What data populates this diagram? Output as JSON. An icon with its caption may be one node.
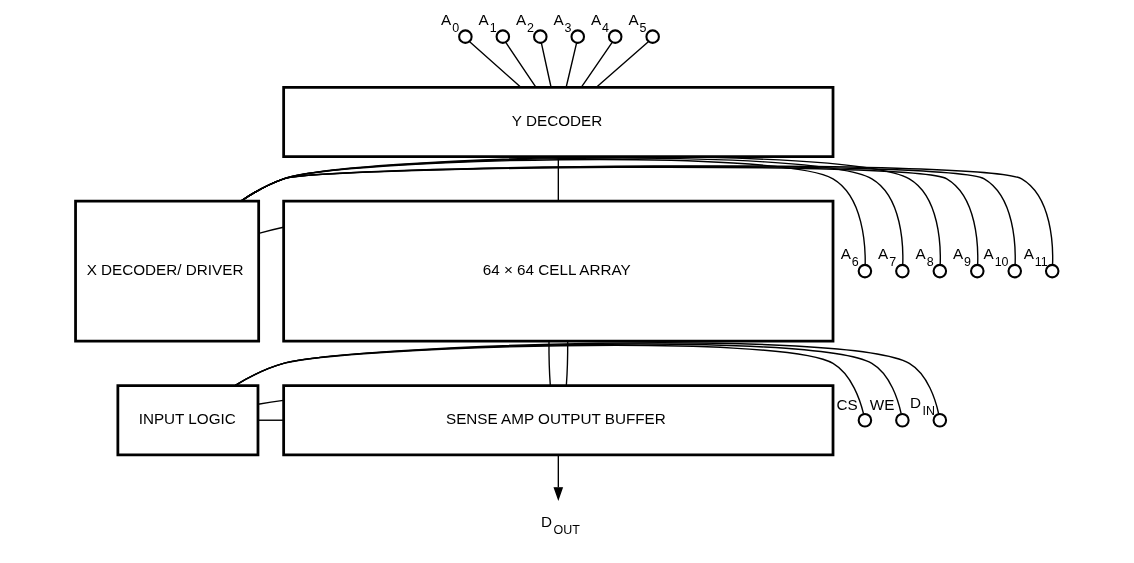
{
  "diagram": {
    "nodes": [
      {
        "text": [
          "Y DECODER"
        ]
      },
      {
        "text": [
          "X DECODER/ DRIVER"
        ]
      },
      {
        "text": [
          "64 × 64 CELL ARRAY"
        ]
      },
      {
        "text": [
          "INPUT LOGIC"
        ]
      },
      {
        "text": [
          "SENSE AMP OUTPUT BUFFER"
        ]
      },
      {
        "text": [],
        "shape": "circle",
        "beside": [
          "A$_{0}$"
        ]
      },
      {
        "text": [],
        "shape": "circle",
        "beside": [
          "A$_{1}$"
        ]
      },
      {
        "text": [],
        "shape": "circle",
        "beside": [
          "A$_{2}$"
        ]
      },
      {
        "text": [],
        "shape": "circle",
        "beside": [
          "A$_{3}$"
        ]
      },
      {
        "text": [],
        "shape": "circle",
        "beside": [
          "A$_{4}$"
        ]
      },
      {
        "text": [],
        "shape": "circle",
        "beside": [
          "A$_{5}$"
        ]
      },
      {
        "text": [],
        "shape": "circle",
        "beside": [
          "A$_{6}$"
        ]
      },
      {
        "text": [],
        "shape": "circle",
        "beside": [
          "A$_{7}$"
        ]
      },
      {
        "text": [],
        "shape": "circle",
        "beside": [
          "A$_{8}$"
        ]
      },
      {
        "text": [],
        "shape": "circle",
        "beside": [
          "A$_{9}$"
        ]
      },
      {
        "text": [],
        "shape": "circle",
        "beside": [
          "A$_{10}$"
        ]
      },
      {
        "text": [],
        "shape": "circle",
        "beside": [
          "A$_{11}$"
        ]
      },
      {
        "text": [],
        "shape": "circle",
        "beside": [
          "CS"
        ]
      },
      {
        "text": [],
        "shape": "circle",
        "beside": [
          "WE"
        ]
      },
      {
        "text": [],
        "shape": "circle",
        "beside": [
          "D$_{IN}$"
        ]
      },
      {
        "text": [
          "D$_{OUT}$"
        ]
      }
    ],
    "edges": [
      {
        "from": 5,
        "to": 0,
        "arrow": "none"
      },
      {
        "from": 6,
        "to": 0,
        "arrow": "none"
      },
      {
        "from": 7,
        "to": 0,
        "arrow": "none"
      },
      {
        "from": 8,
        "to": 0,
        "arrow": "none"
      },
      {
        "from": 9,
        "to": 0,
        "arrow": "none"
      },
      {
        "from": 10,
        "to": 0,
        "arrow": "none"
      },
      {
        "from": 0,
        "to": 2,
        "arrow": "none"
      },
      {
        "from": 11,
        "to": 1,
        "arrow": "none"
      },
      {
        "from": 12,
        "to": 1,
        "arrow": "none"
      },
      {
        "from": 13,
        "to": 1,
        "arrow": "none"
      },
      {
        "from": 14,
        "to": 1,
        "arrow": "none"
      },
      {
        "from": 15,
        "to": 1,
        "arrow": "none"
      },
      {
        "from": 16,
        "to": 1,
        "arrow": "none"
      },
      {
        "from": 1,
        "to": 2,
        "arrow": "none"
      },
      {
        "from": 2,
        "to": 4,
        "arrow": "none"
      },
      {
        "from": 2,
        "to": 4,
        "arrow": "none"
      },
      {
        "from": 17,
        "to": 3,
        "arrow": "none"
      },
      {
        "from": 18,
        "to": 3,
        "arrow": "none"
      },
      {
        "from": 19,
        "to": 3,
        "arrow": "none"
      },
      {
        "from": 3,
        "to": 4,
        "arrow": "none"
      },
      {
        "from": 3,
        "to": 4,
        "arrow": "none"
      },
      {
        "from": 4,
        "to": 20,
        "arrow": "to"
      }
    ]
  }
}
